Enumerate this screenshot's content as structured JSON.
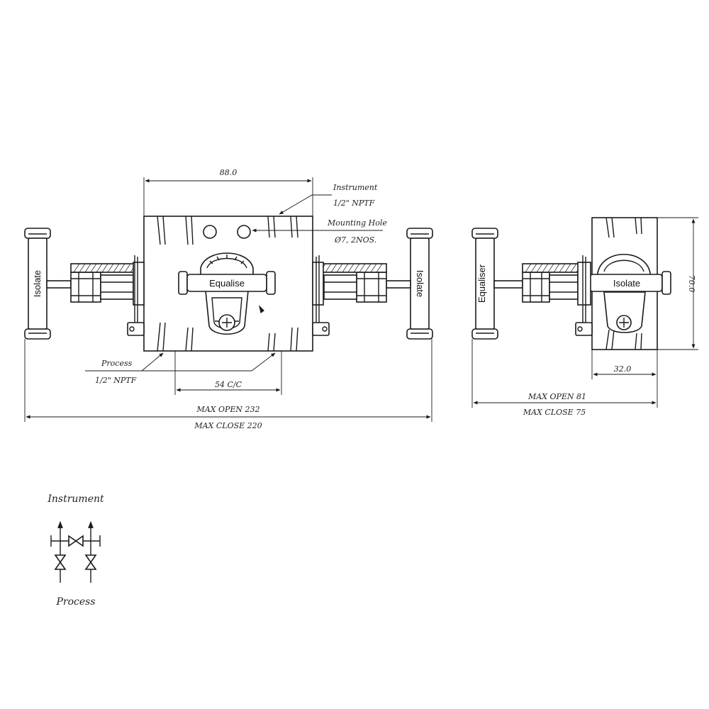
{
  "dimensions": {
    "width_88": "88.0",
    "cc_54": "54 C/C",
    "max_open_232": "MAX OPEN 232",
    "max_close_220": "MAX CLOSE 220",
    "width_32": "32.0",
    "height_70": "70.0",
    "max_open_81": "MAX OPEN 81",
    "max_close_75": "MAX CLOSE 75"
  },
  "callouts": {
    "instrument_label": "Instrument",
    "instrument_thread": "1/2\" NPTF",
    "mounting_hole_label": "Mounting Hole",
    "mounting_hole_spec": "Ø7, 2NOS.",
    "process_label": "Process",
    "process_thread": "1/2\" NPTF"
  },
  "handles": {
    "left_isolate": "Isolate",
    "right_isolate": "Isolate",
    "equalise": "Equalise",
    "side_equaliser": "Equaliser",
    "side_isolate": "Isolate"
  },
  "schematic": {
    "top_label": "Instrument",
    "bottom_label": "Process"
  }
}
